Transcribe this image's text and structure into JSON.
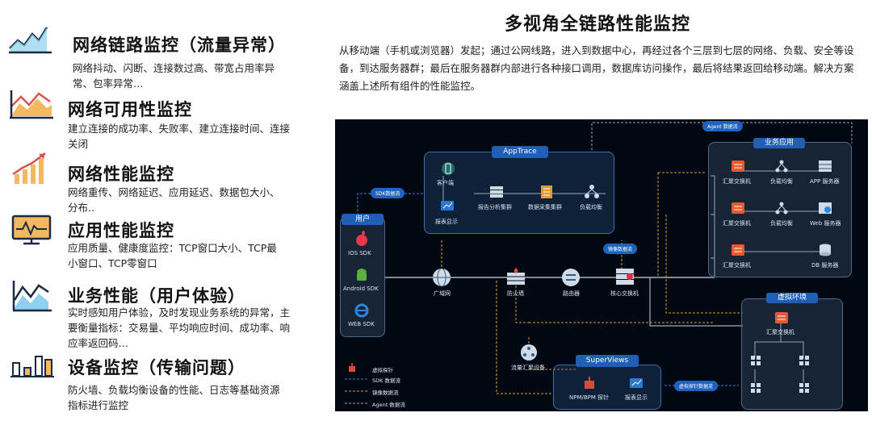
{
  "left_items": [
    {
      "title": "网络链路监控（流量异常）",
      "desc": "网络抖动、闪断、连接数过高、带宽占用率异常、包率异常…",
      "icon": "traffic-chart-icon"
    },
    {
      "title": "网络可用性监控",
      "desc": "建立连接的成功率、失败率、建立连接时间、连接关闭",
      "icon": "area-chart-icon"
    },
    {
      "title": "网络性能监控",
      "desc": "网络重传、网络延迟、应用延迟、数据包大小、分布..",
      "icon": "growth-chart-icon"
    },
    {
      "title": "应用性能监控",
      "desc": "应用质量、健康度监控：TCP窗口大小、TCP最小窗口、TCP零窗口",
      "icon": "monitor-pulse-icon"
    },
    {
      "title": "业务性能（用户体验）",
      "desc": "实时感知用户体验，及时发现业务系统的异常，主要衡量指标：交易量、平均响应时间、成功率、响应率返回码…",
      "icon": "line-area-chart-icon"
    },
    {
      "title": "设备监控（传输问题）",
      "desc": "防火墙、负载均衡设备的性能、日志等基础资源指标进行监控",
      "icon": "bar-chart-icon"
    }
  ],
  "header": {
    "title": "多视角全链路性能监控",
    "desc": "从移动端（手机或浏览器）发起；通过公网线路，进入到数据中心，再经过各个三层到七层的网络、负载、安全等设备，到达服务器群；最后在服务器群内部进行各种接口调用，数据库访问操作，最后将结果返回给移动端。解决方案涵盖上述所有组件的性能监控。"
  },
  "diagram": {
    "agent_flow": "Agent 数据流",
    "apptrace": {
      "title": "AppTrace",
      "client": "客户端",
      "report": "报表显示",
      "analyzer": "报告分析集群",
      "collector": "数据采集集群",
      "lb": "负载均衡"
    },
    "sdk_flow": "SDK数据流",
    "user": {
      "title": "用户",
      "ios": "IOS SDK",
      "android": "Android SDK",
      "web": "WEB SDK"
    },
    "network": {
      "wan": "广域网",
      "firewall": "防火墙",
      "router": "路由器",
      "core_switch": "核心交换机"
    },
    "mirror_flow": "镜像数据流",
    "business": {
      "title": "业务应用",
      "rows": [
        {
          "switch": "汇聚交换机",
          "lb": "负载均衡",
          "server": "APP 服务器"
        },
        {
          "switch": "汇聚交换机",
          "lb": "负载均衡",
          "server": "Web 服务器"
        },
        {
          "switch": "汇聚交换机",
          "lb": "",
          "server": "DB 服务器"
        }
      ]
    },
    "virtual": {
      "title": "虚拟环境",
      "switch": "汇聚交换机"
    },
    "traffic_device": "流量汇聚设备",
    "superviews": {
      "title": "SuperViews",
      "probe": "NPM/BPM 探针",
      "report": "报表显示"
    },
    "virtual_probe_flow": "虚拟探针数据流",
    "legend": [
      {
        "label": "虚拟探针",
        "color": "#d94a3a"
      },
      {
        "label": "SDK 数据流",
        "color": "#3a7fd9"
      },
      {
        "label": "镜像数据流",
        "color": "#e0a020"
      },
      {
        "label": "Agent 数据流",
        "color": "#a0a8b8"
      }
    ]
  }
}
